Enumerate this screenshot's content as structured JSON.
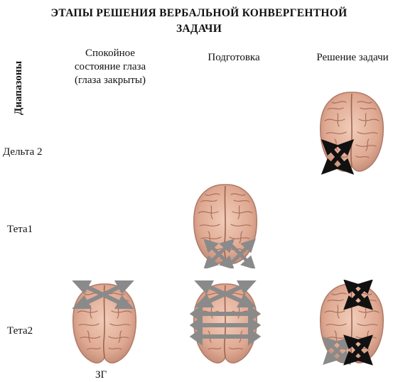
{
  "figure": {
    "title_line1": "ЭТАПЫ РЕШЕНИЯ ВЕРБАЛЬНОЙ КОНВЕРГЕНТНОЙ",
    "title_line2": "ЗАДАЧИ",
    "row_axis_label": "Диапазоны",
    "columns": {
      "rest": [
        "Спокойное",
        "состояние глаза",
        "(глаза закрыты)"
      ],
      "preparation": "Подготовка",
      "solution": "Решение задачи"
    },
    "rows": {
      "delta2": "Дельта 2",
      "theta1": "Тета1",
      "theta2": "Тета2"
    },
    "footnote": "ЗГ"
  },
  "colors": {
    "brain_fill": "#e5b49e",
    "brain_dark": "#b87c68",
    "arrow_gray": "#8a8a8a",
    "arrow_black": "#111111"
  },
  "icons": [
    "brain-icon",
    "cross-arrows-icon",
    "horizontal-arrow-icon"
  ]
}
